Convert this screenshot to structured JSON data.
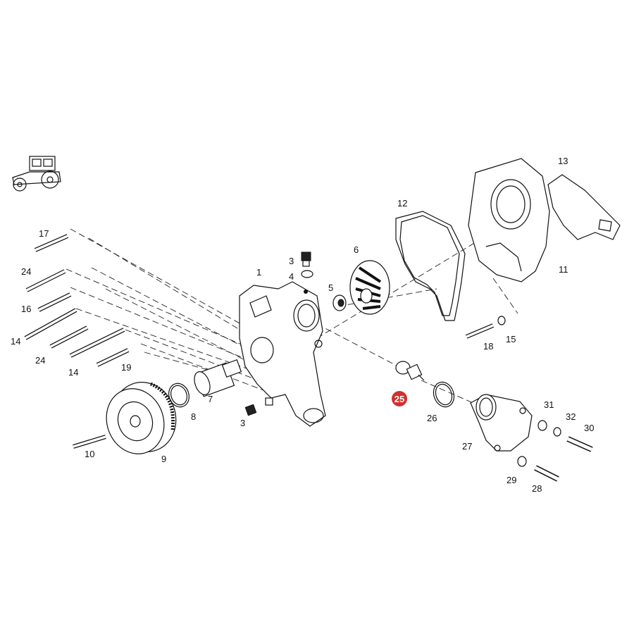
{
  "labels": {
    "p1": "1",
    "p3a": "3",
    "p3b": "3",
    "p4": "4",
    "p5": "5",
    "p6": "6",
    "p7": "7",
    "p8": "8",
    "p9": "9",
    "p10": "10",
    "p11": "11",
    "p12": "12",
    "p13": "13",
    "p14a": "14",
    "p14b": "14",
    "p15": "15",
    "p16": "16",
    "p17": "17",
    "p18": "18",
    "p19": "19",
    "p24a": "24",
    "p24b": "24",
    "p26": "26",
    "p27": "27",
    "p28": "28",
    "p29": "29",
    "p30": "30",
    "p31": "31",
    "p32": "32"
  },
  "highlight": {
    "label": "25",
    "color": "#d32f2f"
  },
  "icons": {
    "vehicle": "tractor-icon"
  }
}
